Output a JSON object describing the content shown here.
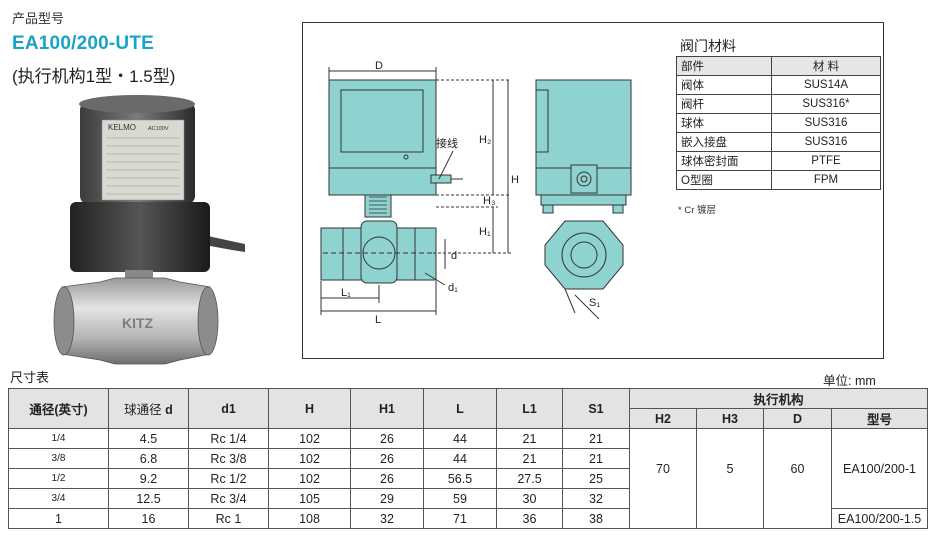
{
  "header": {
    "label": "产品型号",
    "model_code": "EA100/200-UTE",
    "subtitle": "(执行机构1型・1.5型)"
  },
  "photo": {
    "brand": "KELMO",
    "badge": "AC100V",
    "body_mark": "KITZ"
  },
  "drawing": {
    "labels": {
      "D": "D",
      "wire": "接线",
      "H2": "H₂",
      "H": "H",
      "H3": "H₃",
      "H1": "H₁",
      "d": "d",
      "d1": "d₁",
      "L1": "L₁",
      "L": "L",
      "S1": "S₁"
    }
  },
  "materials": {
    "title": "阀门材料",
    "headers": [
      "部件",
      "材 料"
    ],
    "rows": [
      [
        "阀体",
        "SUS14A"
      ],
      [
        "阀杆",
        "SUS316*"
      ],
      [
        "球体",
        "SUS316"
      ],
      [
        "嵌入接盘",
        "SUS316"
      ],
      [
        "球体密封面",
        "PTFE"
      ],
      [
        "O型圈",
        "FPM"
      ]
    ],
    "note": "* Cr 镀层"
  },
  "dimensions": {
    "title": "尺寸表",
    "unit": "单位: mm",
    "group_header": "执行机构",
    "headers": {
      "size": "通径(英寸)",
      "ball": "球通径",
      "ball_sym": "d",
      "d1": "d1",
      "H": "H",
      "H1": "H1",
      "L": "L",
      "L1": "L1",
      "S1": "S1",
      "H2": "H2",
      "H3": "H3",
      "D": "D",
      "model": "型号"
    },
    "rows": [
      {
        "size": "1/4",
        "d": "4.5",
        "d1": "Rc 1/4",
        "H": "102",
        "H1": "26",
        "L": "44",
        "L1": "21",
        "S1": "21"
      },
      {
        "size": "3/8",
        "d": "6.8",
        "d1": "Rc 3/8",
        "H": "102",
        "H1": "26",
        "L": "44",
        "L1": "21",
        "S1": "21"
      },
      {
        "size": "1/2",
        "d": "9.2",
        "d1": "Rc 1/2",
        "H": "102",
        "H1": "26",
        "L": "56.5",
        "L1": "27.5",
        "S1": "25"
      },
      {
        "size": "3/4",
        "d": "12.5",
        "d1": "Rc 3/4",
        "H": "105",
        "H1": "29",
        "L": "59",
        "L1": "30",
        "S1": "32"
      },
      {
        "size": "1",
        "d": "16",
        "d1": "Rc 1",
        "H": "108",
        "H1": "32",
        "L": "71",
        "L1": "36",
        "S1": "38"
      }
    ],
    "shared": {
      "H2": "70",
      "H3": "5",
      "D": "60"
    },
    "models": [
      "EA100/200-1",
      "EA100/200-1.5"
    ]
  },
  "colors": {
    "accent": "#1aa3c9",
    "actuator_fill": "#8fd3d0",
    "header_bg": "#e3e3e3"
  }
}
